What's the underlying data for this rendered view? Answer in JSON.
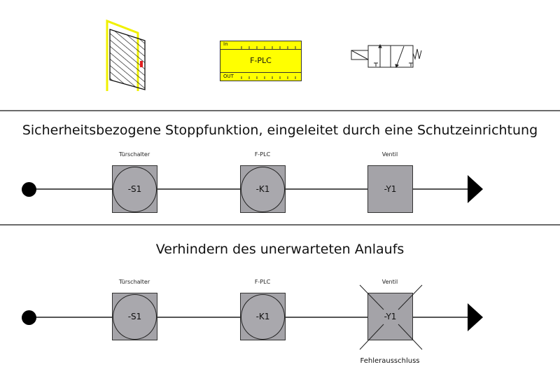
{
  "icons": {
    "door": {
      "name": "door-icon",
      "frame_color": "#f0f000",
      "latch_color": "#e02020"
    },
    "plc": {
      "title": "F-PLC",
      "in_label": "In",
      "out_label": "OUT",
      "fill_color": "#ffff00"
    },
    "valve": {
      "name": "valve-icon"
    }
  },
  "sections": [
    {
      "title": "Sicherheitsbezogene Stoppfunktion, eingeleitet durch eine Schutzeinrichtung",
      "nodes": [
        {
          "label": "Türschalter",
          "tag": "-S1",
          "shape": "circle-in-square"
        },
        {
          "label": "F-PLC",
          "tag": "-K1",
          "shape": "circle-in-square"
        },
        {
          "label": "Ventil",
          "tag": "-Y1",
          "shape": "square"
        }
      ]
    },
    {
      "title": "Verhindern des unerwarteten Anlaufs",
      "nodes": [
        {
          "label": "Türschalter",
          "tag": "-S1",
          "shape": "circle-in-square"
        },
        {
          "label": "F-PLC",
          "tag": "-K1",
          "shape": "circle-in-square"
        },
        {
          "label": "Ventil",
          "tag": "-Y1",
          "shape": "crossed-square"
        }
      ],
      "note": "Fehlerausschluss"
    }
  ],
  "colors": {
    "node_fill": "#a4a3a8",
    "line": "#555555",
    "divider": "#6b6b6b"
  }
}
